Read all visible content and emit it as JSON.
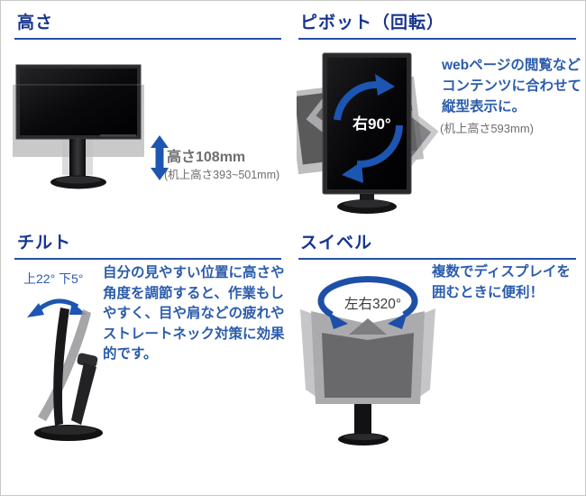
{
  "page": {
    "background": "#ffffff",
    "border_color": "#c9c9c9"
  },
  "colors": {
    "heading": "#17368f",
    "rule": "#2450a8",
    "body_blue": "#2b5cac",
    "muted_gray": "#6e6e70",
    "arrow_blue": "#1d55b2",
    "ring_blue": "#1e4fa8"
  },
  "sections": {
    "height": {
      "title": "高さ",
      "spec": "高さ108mm",
      "spec_sub": "(机上高さ393~501mm)"
    },
    "pivot": {
      "title": "ピボット（回転）",
      "rotation": "右90°",
      "desc": "webページの閲覧など\nコンテンツに合わせて\n縦型表示に。",
      "spec_sub": "(机上高さ593mm)"
    },
    "tilt": {
      "title": "チルト",
      "angle": "上22° 下5°",
      "desc": "自分の見やすい位置に高さや\n角度を調節すると、作業もし\nやすく、目や肩などの疲れや\nストレートネック対策に効果\n的です。"
    },
    "swivel": {
      "title": "スイベル",
      "angle": "左右320°",
      "desc": "複数でディスプレイを\n囲むときに便利！"
    }
  }
}
